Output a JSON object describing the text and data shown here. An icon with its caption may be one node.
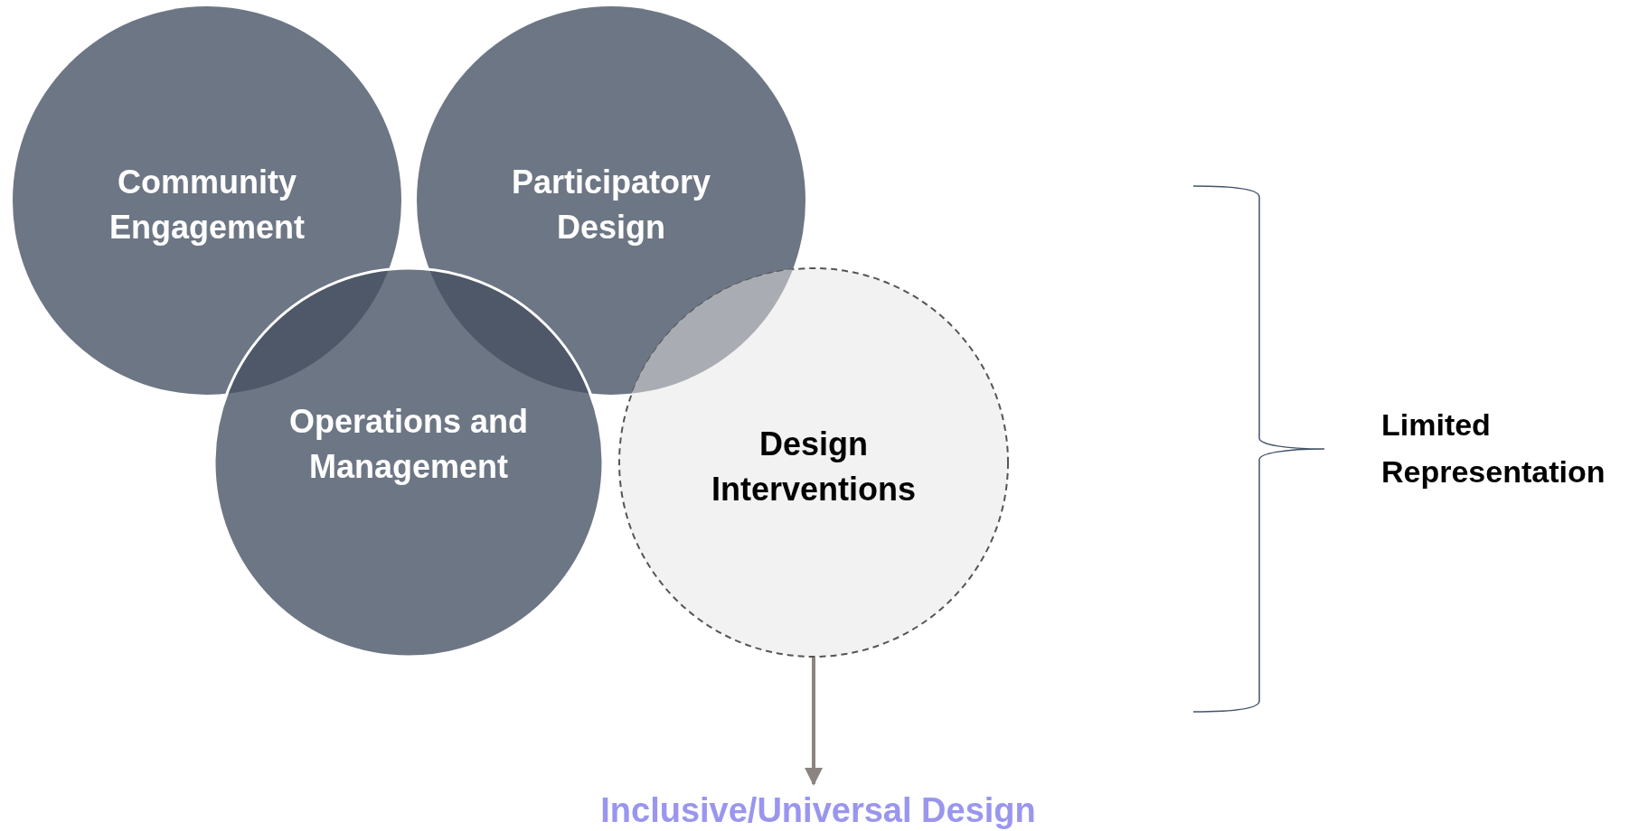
{
  "diagram": {
    "nodes": [
      {
        "text": [
          "Community Engagement"
        ]
      },
      {
        "text": [
          "Participatory Design"
        ]
      },
      {
        "text": [
          "Operations and Management"
        ]
      },
      {
        "text": [
          "Design Interventions"
        ]
      },
      {
        "text": [
          "Inclusive/Universal Design"
        ]
      }
    ],
    "edges": [
      {
        "from": 3,
        "to": 4,
        "arrow": "to"
      }
    ],
    "labels": [
      "Limited Representation"
    ]
  }
}
